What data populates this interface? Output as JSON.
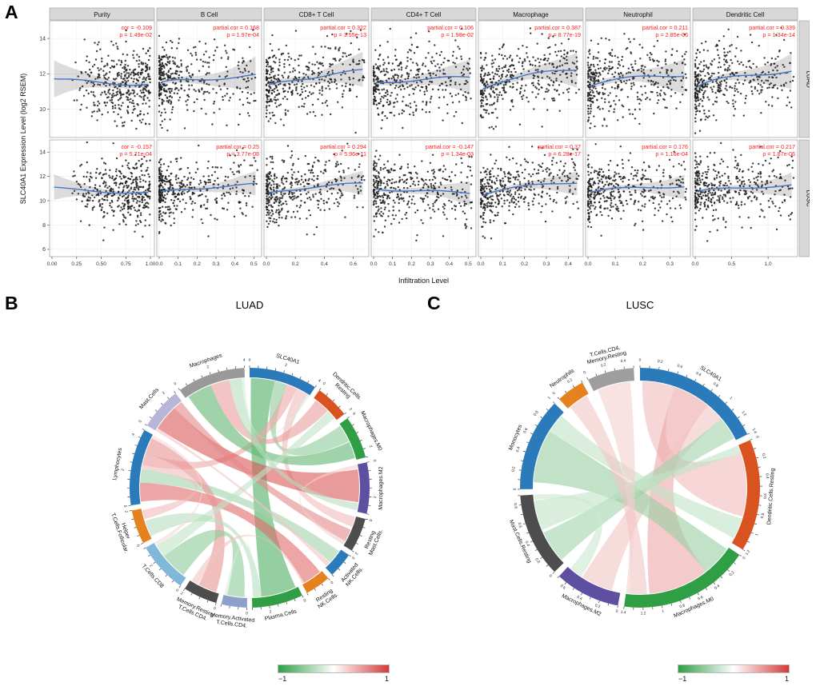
{
  "panel_labels": {
    "A": "A",
    "B": "B",
    "C": "C"
  },
  "legend": {
    "min": "−1",
    "max": "1",
    "green": "#2f9e44",
    "red": "#d43a3a"
  },
  "chart_data": [
    {
      "type": "scatter",
      "panel": "A",
      "ylabel": "SLC40A1 Expression Level (log2 RSEM)",
      "xlabel": "Infiltration Level",
      "annotation_color": "#ff1f1f",
      "point_color": "#1c1c1c",
      "line_color": "#4575c4",
      "col_facets": [
        {
          "name": "Purity",
          "max": 1.0,
          "ticks": [
            0,
            0.25,
            0.5,
            0.75,
            1.0
          ],
          "tick_labels": [
            "0.00",
            "0.25",
            "0.50",
            "0.75",
            "1.00"
          ],
          "dist": "high"
        },
        {
          "name": "B Cell",
          "max": 0.52,
          "ticks": [
            0,
            0.1,
            0.2,
            0.3,
            0.4,
            0.5
          ],
          "tick_labels": [
            "0.0",
            "0.1",
            "0.2",
            "0.3",
            "0.4",
            "0.5"
          ],
          "dist": "low",
          "skew": 2.4
        },
        {
          "name": "CD8+ T Cell",
          "max": 0.68,
          "ticks": [
            0,
            0.2,
            0.4,
            0.6
          ],
          "tick_labels": [
            "0.0",
            "0.2",
            "0.4",
            "0.6"
          ],
          "dist": "low",
          "skew": 2.0
        },
        {
          "name": "CD4+ T Cell",
          "max": 0.52,
          "ticks": [
            0,
            0.1,
            0.2,
            0.3,
            0.4,
            0.5
          ],
          "tick_labels": [
            "0.0",
            "0.1",
            "0.2",
            "0.3",
            "0.4",
            "0.5"
          ],
          "dist": "low",
          "skew": 1.8
        },
        {
          "name": "Macrophage",
          "max": 0.45,
          "ticks": [
            0,
            0.1,
            0.2,
            0.3,
            0.4
          ],
          "tick_labels": [
            "0.0",
            "0.1",
            "0.2",
            "0.3",
            "0.4"
          ],
          "dist": "low",
          "skew": 1.7
        },
        {
          "name": "Neutrophil",
          "max": 0.36,
          "ticks": [
            0,
            0.1,
            0.2,
            0.3
          ],
          "tick_labels": [
            "0.0",
            "0.1",
            "0.2",
            "0.3"
          ],
          "dist": "low",
          "skew": 2.0
        },
        {
          "name": "Dendritic Cell",
          "max": 1.35,
          "ticks": [
            0,
            0.5,
            1.0
          ],
          "tick_labels": [
            "0.0",
            "0.5",
            "1.0"
          ],
          "dist": "low",
          "skew": 2.0
        }
      ],
      "rows": [
        {
          "facet": "LUAD",
          "ylim": [
            8.4,
            15.0
          ],
          "yticks": [
            10,
            12,
            14
          ],
          "ymid": 11.6,
          "sd": 1.0,
          "cells": [
            {
              "cor": -0.109,
              "cor_label": "cor = -0.109",
              "p_label": "p = 1.49e-02"
            },
            {
              "cor": 0.168,
              "cor_label": "partial.cor = 0.168",
              "p_label": "p = 1.97e-04"
            },
            {
              "cor": 0.322,
              "cor_label": "partial.cor = 0.322",
              "p_label": "p = 3.55e-13"
            },
            {
              "cor": 0.106,
              "cor_label": "partial.cor = 0.106",
              "p_label": "p = 1.98e-02"
            },
            {
              "cor": 0.387,
              "cor_label": "partial.cor = 0.387",
              "p_label": "p = 8.77e-19"
            },
            {
              "cor": 0.211,
              "cor_label": "partial.cor = 0.211",
              "p_label": "p = 2.85e-06"
            },
            {
              "cor": 0.339,
              "cor_label": "partial.cor = 0.339",
              "p_label": "p = 1.34e-14"
            }
          ]
        },
        {
          "facet": "LUSC",
          "ylim": [
            5.4,
            15.0
          ],
          "yticks": [
            6,
            8,
            10,
            12,
            14
          ],
          "ymid": 10.9,
          "sd": 1.3,
          "cells": [
            {
              "cor": -0.157,
              "cor_label": "cor = -0.157",
              "p_label": "p = 5.71e-04"
            },
            {
              "cor": 0.25,
              "cor_label": "partial.cor = 0.25",
              "p_label": "p = 3.77e-08"
            },
            {
              "cor": 0.294,
              "cor_label": "partial.cor = 0.294",
              "p_label": "p = 5.96e-11"
            },
            {
              "cor": -0.147,
              "cor_label": "partial.cor = -0.147",
              "p_label": "p = 1.34e-03"
            },
            {
              "cor": 0.37,
              "cor_label": "partial.cor = 0.37",
              "p_label": "p = 6.28e-17"
            },
            {
              "cor": 0.176,
              "cor_label": "partial.cor = 0.176",
              "p_label": "p = 1.16e-04"
            },
            {
              "cor": 0.217,
              "cor_label": "partial.cor = 0.217",
              "p_label": "p = 1.87e-06"
            }
          ]
        }
      ]
    },
    {
      "type": "chord",
      "title": "LUAD",
      "size": 440,
      "R": 150,
      "thickness": 12,
      "gap": 2.5,
      "labelR": 16,
      "segments": [
        {
          "name": "SLC40A1",
          "label": [
            "SLC40A1"
          ],
          "color": "#2b7bba",
          "max": 4,
          "tick": 0.5,
          "step": 2
        },
        {
          "name": "Dendritic.Cells.Resting",
          "label": [
            "Dendritic.Cells.",
            "Resting"
          ],
          "color": "#d95320",
          "max": 2,
          "tick": 0.5,
          "step": 2
        },
        {
          "name": "Macrophages.M0",
          "label": [
            "Macrophages.M0"
          ],
          "color": "#2f9e44",
          "max": 2.5,
          "tick": 0.5,
          "step": 2
        },
        {
          "name": "Macrophages.M2",
          "label": [
            "Macrophages.M2"
          ],
          "color": "#5f4fa0",
          "max": 3,
          "tick": 0.5,
          "step": 2
        },
        {
          "name": "Mast.Cells.Resting",
          "label": [
            "Mast.Cells.",
            "Resting"
          ],
          "color": "#4d4d4d",
          "max": 2,
          "tick": 0.5,
          "step": 2
        },
        {
          "name": "NK.Cells.Activated",
          "label": [
            "NK.Cells.",
            "Activated"
          ],
          "color": "#2b7bba",
          "max": 1.5,
          "tick": 0.5,
          "step": 2
        },
        {
          "name": "NK.Cells.Resting",
          "label": [
            "NK.Cells.",
            "Resting"
          ],
          "color": "#e6821e",
          "max": 1.5,
          "tick": 0.5,
          "step": 2
        },
        {
          "name": "Plasma.Cells",
          "label": [
            "Plasma.Cells"
          ],
          "color": "#2f9e44",
          "max": 3,
          "tick": 0.5,
          "step": 2
        },
        {
          "name": "T.Cells.CD4.Memory.Activated",
          "label": [
            "T.Cells.CD4.",
            "Memory.Activated"
          ],
          "color": "#8d9fca",
          "max": 1.5,
          "tick": 0.5,
          "step": 2
        },
        {
          "name": "T.Cells.CD4.Memory.Resting",
          "label": [
            "T.Cells.CD4.",
            "Memory.Resting"
          ],
          "color": "#4d4d4d",
          "max": 2,
          "tick": 0.5,
          "step": 2
        },
        {
          "name": "T.Cells.CD8",
          "label": [
            "T.Cells.CD8"
          ],
          "color": "#7fb8d8",
          "max": 3,
          "tick": 0.5,
          "step": 2
        },
        {
          "name": "T.Cells.Follicular.Helper",
          "label": [
            "T.Cells.Follicular.",
            "Helper"
          ],
          "color": "#e6821e",
          "max": 2,
          "tick": 0.5,
          "step": 2
        },
        {
          "name": "Lymphocytes",
          "label": [
            "Lymphocytes"
          ],
          "color": "#2b7bba",
          "max": 4.5,
          "tick": 0.5,
          "step": 2
        },
        {
          "name": "Mast.Cells",
          "label": [
            "Mast.Cells"
          ],
          "color": "#b7b6d8",
          "max": 2.5,
          "tick": 0.5,
          "step": 2
        },
        {
          "name": "Macrophages",
          "label": [
            "Macrophages"
          ],
          "color": "#999999",
          "max": 4,
          "tick": 0.5,
          "step": 2
        }
      ],
      "ribbons": [
        {
          "a": 0,
          "f0": 0.02,
          "f1": 0.4,
          "b": 7,
          "g0": 0.05,
          "g1": 0.8,
          "v": -0.85
        },
        {
          "a": 0,
          "f0": 0.4,
          "f1": 0.6,
          "b": 2,
          "g0": 0.05,
          "g1": 0.5,
          "v": -0.55
        },
        {
          "a": 0,
          "f0": 0.6,
          "f1": 0.78,
          "b": 12,
          "g0": 0.55,
          "g1": 0.72,
          "v": 0.45
        },
        {
          "a": 0,
          "f0": 0.78,
          "f1": 0.96,
          "b": 4,
          "g0": 0.02,
          "g1": 0.35,
          "v": 0.35
        },
        {
          "a": 13,
          "f0": 0.08,
          "f1": 0.75,
          "b": 3,
          "g0": 0.1,
          "g1": 0.8,
          "v": 0.85
        },
        {
          "a": 13,
          "f0": 0.75,
          "f1": 0.98,
          "b": 4,
          "g0": 0.45,
          "g1": 0.85,
          "v": 0.6
        },
        {
          "a": 14,
          "f0": 0.05,
          "f1": 0.45,
          "b": 2,
          "g0": 0.52,
          "g1": 0.95,
          "v": -0.75
        },
        {
          "a": 14,
          "f0": 0.45,
          "f1": 0.75,
          "b": 1,
          "g0": 0.1,
          "g1": 0.6,
          "v": 0.5
        },
        {
          "a": 14,
          "f0": 0.75,
          "f1": 0.95,
          "b": 3,
          "g0": 0.82,
          "g1": 0.97,
          "v": -0.35
        },
        {
          "a": 12,
          "f0": 0.03,
          "f1": 0.3,
          "b": 6,
          "g0": 0.08,
          "g1": 0.9,
          "v": 0.75
        },
        {
          "a": 12,
          "f0": 0.3,
          "f1": 0.5,
          "b": 5,
          "g0": 0.1,
          "g1": 0.7,
          "v": -0.45
        },
        {
          "a": 12,
          "f0": 0.72,
          "f1": 0.95,
          "b": 9,
          "g0": 0.1,
          "g1": 0.7,
          "v": 0.55
        },
        {
          "a": 12,
          "f0": 0.5,
          "f1": 0.72,
          "b": 11,
          "g0": 0.65,
          "g1": 0.95,
          "v": 0.35
        },
        {
          "a": 10,
          "f0": 0.08,
          "f1": 0.65,
          "b": 8,
          "g0": 0.12,
          "g1": 0.85,
          "v": -0.55
        },
        {
          "a": 10,
          "f0": 0.65,
          "f1": 0.92,
          "b": 1,
          "g0": 0.62,
          "g1": 0.92,
          "v": -0.3
        },
        {
          "a": 11,
          "f0": 0.08,
          "f1": 0.6,
          "b": 7,
          "g0": 0.8,
          "g1": 0.97,
          "v": -0.35
        },
        {
          "a": 9,
          "f0": 0.72,
          "f1": 0.95,
          "b": 6,
          "g0": 0.9,
          "g1": 0.98,
          "v": 0.3
        },
        {
          "a": 13,
          "f0": 0.0,
          "f1": 0.08,
          "b": 5,
          "g0": 0.72,
          "g1": 0.92,
          "v": 0.3
        },
        {
          "a": 8,
          "f0": 0.85,
          "f1": 0.98,
          "b": 7,
          "g0": 0.9,
          "g1": 0.99,
          "v": -0.2
        },
        {
          "a": 14,
          "f0": 0.95,
          "f1": 1.0,
          "b": 0,
          "g0": 0.96,
          "g1": 1.0,
          "v": -0.2
        },
        {
          "a": 12,
          "f0": 0.95,
          "f1": 1.0,
          "b": 10,
          "g0": 0.92,
          "g1": 1.0,
          "v": 0.2
        },
        {
          "a": 4,
          "f0": 0.85,
          "f1": 0.98,
          "b": 3,
          "g0": 0.0,
          "g1": 0.08,
          "v": 0.25
        }
      ]
    },
    {
      "type": "chord",
      "title": "LUSC",
      "size": 440,
      "R": 150,
      "thickness": 16,
      "gap": 3,
      "labelR": 16,
      "segments": [
        {
          "name": "SLC40A1",
          "label": [
            "SLC40A1"
          ],
          "color": "#2b7bba",
          "max": 1.4,
          "tick": 0.1,
          "step": 0.2
        },
        {
          "name": "Dendritic.Cells.Resting",
          "label": [
            "Dendritic.Cells.Resting"
          ],
          "color": "#d95320",
          "max": 1.2,
          "tick": 0.1,
          "step": 0.2
        },
        {
          "name": "Macrophages.M0",
          "label": [
            "Macrophages.M0"
          ],
          "color": "#2f9e44",
          "max": 1.4,
          "tick": 0.1,
          "step": 0.2
        },
        {
          "name": "Macrophages.M2",
          "label": [
            "Macrophages.M2"
          ],
          "color": "#5f4fa0",
          "max": 0.7,
          "tick": 0.1,
          "step": 0.2
        },
        {
          "name": "Mast.Cells.Resting",
          "label": [
            "Mast.Cells.Resting"
          ],
          "color": "#4d4d4d",
          "max": 0.9,
          "tick": 0.1,
          "step": 0.2
        },
        {
          "name": "Monocytes",
          "label": [
            "Monocytes"
          ],
          "color": "#2b7bba",
          "max": 1.0,
          "tick": 0.1,
          "step": 0.2
        },
        {
          "name": "Neutrophils",
          "label": [
            "Neutrophils"
          ],
          "color": "#e6821e",
          "max": 0.3,
          "tick": 0.1,
          "step": 0.2
        },
        {
          "name": "T.Cells.CD4.Memory.Resting",
          "label": [
            "T.Cells.CD4.",
            "Memory.Resting"
          ],
          "color": "#9e9e9e",
          "max": 0.5,
          "tick": 0.1,
          "step": 0.2
        }
      ],
      "ribbons": [
        {
          "a": 0,
          "f0": 0.02,
          "f1": 0.3,
          "b": 1,
          "g0": 0.08,
          "g1": 0.72,
          "v": 0.35
        },
        {
          "a": 0,
          "f0": 0.3,
          "f1": 0.62,
          "b": 2,
          "g0": 0.28,
          "g1": 0.8,
          "v": 0.45
        },
        {
          "a": 0,
          "f0": 0.62,
          "f1": 0.78,
          "b": 3,
          "g0": 0.15,
          "g1": 0.7,
          "v": 0.3
        },
        {
          "a": 0,
          "f0": 0.78,
          "f1": 0.98,
          "b": 4,
          "g0": 0.05,
          "g1": 0.48,
          "v": -0.45
        },
        {
          "a": 5,
          "f0": 0.08,
          "f1": 0.72,
          "b": 2,
          "g0": 0.02,
          "g1": 0.28,
          "v": -0.5
        },
        {
          "a": 5,
          "f0": 0.72,
          "f1": 0.95,
          "b": 1,
          "g0": 0.74,
          "g1": 0.95,
          "v": -0.3
        },
        {
          "a": 4,
          "f0": 0.52,
          "f1": 0.92,
          "b": 1,
          "g0": 0.0,
          "g1": 0.08,
          "v": -0.3
        },
        {
          "a": 6,
          "f0": 0.1,
          "f1": 0.9,
          "b": 2,
          "g0": 0.82,
          "g1": 0.97,
          "v": 0.3
        },
        {
          "a": 7,
          "f0": 0.1,
          "f1": 0.9,
          "b": 2,
          "g0": 0.97,
          "g1": 1.0,
          "v": 0.25
        },
        {
          "a": 3,
          "f0": 0.72,
          "f1": 0.95,
          "b": 4,
          "g0": 0.93,
          "g1": 1.0,
          "v": -0.25
        }
      ]
    }
  ]
}
